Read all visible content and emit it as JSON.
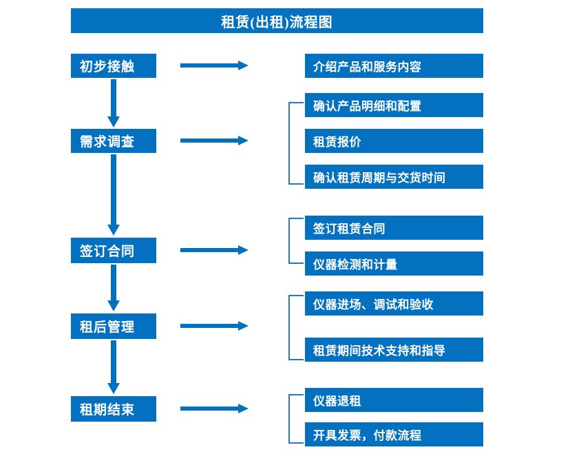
{
  "chart_data": {
    "type": "diagram",
    "title": "租赁(出租)流程图",
    "diagram_kind": "flowchart",
    "orientation": "vertical-with-side-branches",
    "accent_color": "#0470C0",
    "bracket_color": "#2E75B6",
    "nodes": [
      {
        "id": "s1",
        "label": "初步接触",
        "details": [
          "介绍产品和服务内容"
        ]
      },
      {
        "id": "s2",
        "label": "需求调查",
        "details": [
          "确认产品明细和配置",
          "租赁报价",
          "确认租赁周期与交货时间"
        ]
      },
      {
        "id": "s3",
        "label": "签订合同",
        "details": [
          "签订租赁合同",
          "仪器检测和计量"
        ]
      },
      {
        "id": "s4",
        "label": "租后管理",
        "details": [
          "仪器进场、调试和验收",
          "租赁期间技术支持和指导"
        ]
      },
      {
        "id": "s5",
        "label": "租期结束",
        "details": [
          "仪器退租",
          "开具发票，付款流程"
        ]
      }
    ],
    "edges": [
      {
        "from": "s1",
        "to": "s2",
        "kind": "vertical-arrow"
      },
      {
        "from": "s2",
        "to": "s3",
        "kind": "vertical-arrow"
      },
      {
        "from": "s3",
        "to": "s4",
        "kind": "vertical-arrow"
      },
      {
        "from": "s4",
        "to": "s5",
        "kind": "vertical-arrow"
      },
      {
        "from": "s1",
        "to": "detail-group-1",
        "kind": "horizontal-arrow"
      },
      {
        "from": "s2",
        "to": "detail-group-2",
        "kind": "horizontal-arrow"
      },
      {
        "from": "s3",
        "to": "detail-group-3",
        "kind": "horizontal-arrow"
      },
      {
        "from": "s4",
        "to": "detail-group-4",
        "kind": "horizontal-arrow"
      },
      {
        "from": "s5",
        "to": "detail-group-5",
        "kind": "horizontal-arrow"
      }
    ]
  },
  "header": {
    "title": "租赁(出租)流程图"
  },
  "stages": [
    {
      "label": "初步接触"
    },
    {
      "label": "需求调查"
    },
    {
      "label": "签订合同"
    },
    {
      "label": "租后管理"
    },
    {
      "label": "租期结束"
    }
  ],
  "details": [
    {
      "label": "介绍产品和服务内容"
    },
    {
      "label": "确认产品明细和配置"
    },
    {
      "label": "租赁报价"
    },
    {
      "label": "确认租赁周期与交货时间"
    },
    {
      "label": "签订租赁合同"
    },
    {
      "label": "仪器检测和计量"
    },
    {
      "label": "仪器进场、调试和验收"
    },
    {
      "label": "租赁期间技术支持和指导"
    },
    {
      "label": "仪器退租"
    },
    {
      "label": "开具发票，付款流程"
    }
  ]
}
